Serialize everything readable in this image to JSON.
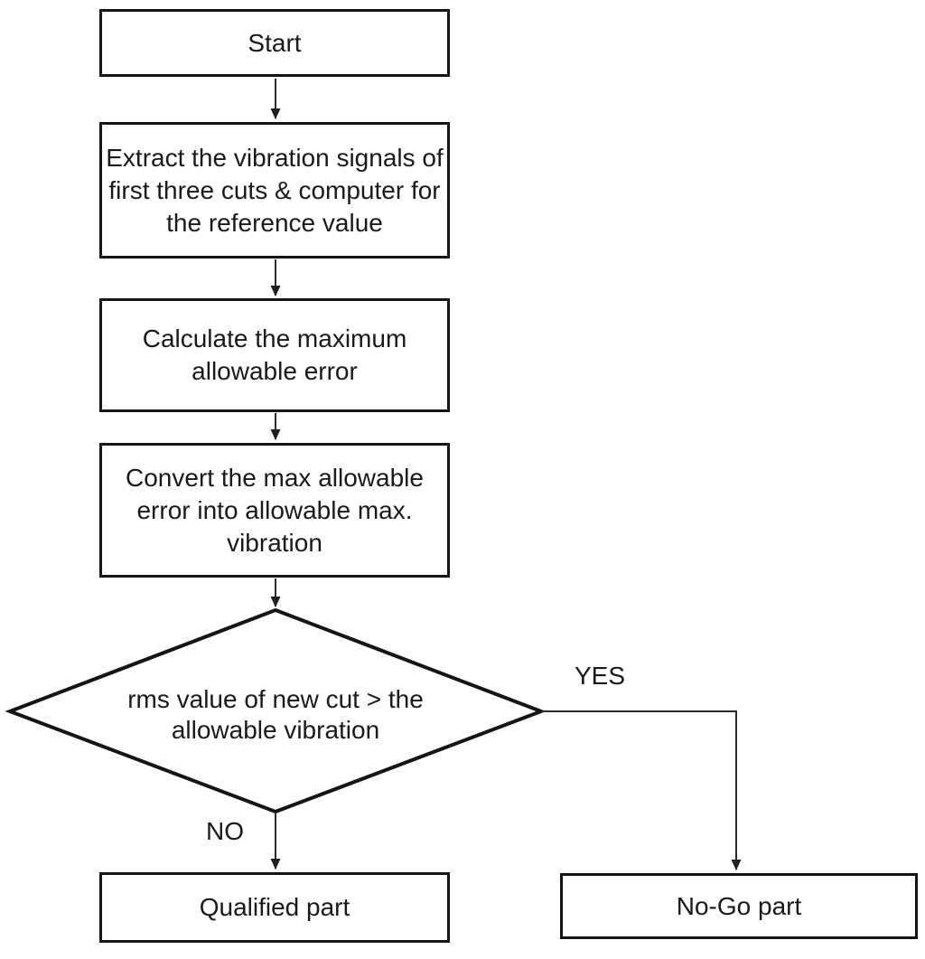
{
  "diagram": {
    "type": "flowchart",
    "background": "#ffffff",
    "stroke_color": "#151515",
    "text_color": "#1a1a1a",
    "nodes": {
      "start": {
        "label": "Start",
        "shape": "rect"
      },
      "extract": {
        "label": "Extract the vibration signals of first three cuts & computer for the reference value",
        "shape": "rect"
      },
      "calculate": {
        "label": "Calculate the maximum allowable error",
        "shape": "rect"
      },
      "convert": {
        "label": "Convert the max allowable error into allowable max. vibration",
        "shape": "rect"
      },
      "decision": {
        "label": "rms value of new cut > the allowable vibration",
        "shape": "diamond"
      },
      "qualified": {
        "label": "Qualified part",
        "shape": "rect"
      },
      "nogo": {
        "label": "No-Go part",
        "shape": "rect"
      }
    },
    "branch_labels": {
      "yes": "YES",
      "no": "NO"
    },
    "edges": [
      {
        "from": "start",
        "to": "extract"
      },
      {
        "from": "extract",
        "to": "calculate"
      },
      {
        "from": "calculate",
        "to": "convert"
      },
      {
        "from": "convert",
        "to": "decision"
      },
      {
        "from": "decision",
        "to": "qualified",
        "label": "NO"
      },
      {
        "from": "decision",
        "to": "nogo",
        "label": "YES"
      }
    ]
  }
}
